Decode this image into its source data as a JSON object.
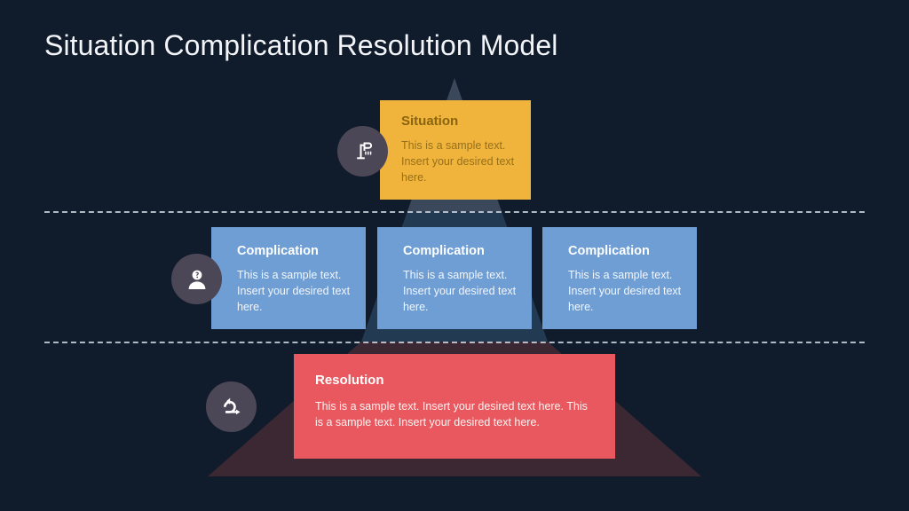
{
  "slide": {
    "title": "Situation Complication Resolution Model",
    "background_color": "#101b2b",
    "title_color": "#f2f4f7"
  },
  "pyramid": {
    "apex_color": "#3e4b5e",
    "middle_color": "#223a52",
    "base_color": "#3b2832"
  },
  "dividers": {
    "line_color": "#cdd6e0",
    "style": "dashed"
  },
  "situation": {
    "title": "Situation",
    "body": "This is a sample text. Insert your desired text here.",
    "color": "#f0b43c",
    "title_color": "#8a6410",
    "body_color": "#96701b",
    "icon": "shower-head-icon",
    "icon_badge_color": "#4b4756"
  },
  "complications": [
    {
      "title": "Complication",
      "body": "This is a sample text. Insert your desired text here.",
      "color": "#6f9ed4",
      "title_color": "#ffffff",
      "body_color": "#f2f6fb",
      "icon": "person-question-icon",
      "icon_badge_color": "#4b4756"
    },
    {
      "title": "Complication",
      "body": "This is a sample text. Insert your desired text here.",
      "color": "#6f9ed4",
      "title_color": "#ffffff",
      "body_color": "#f2f6fb"
    },
    {
      "title": "Complication",
      "body": "This is a sample text. Insert your desired text here.",
      "color": "#6f9ed4",
      "title_color": "#ffffff",
      "body_color": "#f2f6fb"
    }
  ],
  "resolution": {
    "title": "Resolution",
    "body": "This is a sample text. Insert your desired text here. This is a sample text. Insert your desired text here.",
    "color": "#e8585e",
    "title_color": "#ffffff",
    "body_color": "#fdf2f2",
    "icon": "loop-arrow-icon",
    "icon_badge_color": "#4b4756"
  }
}
